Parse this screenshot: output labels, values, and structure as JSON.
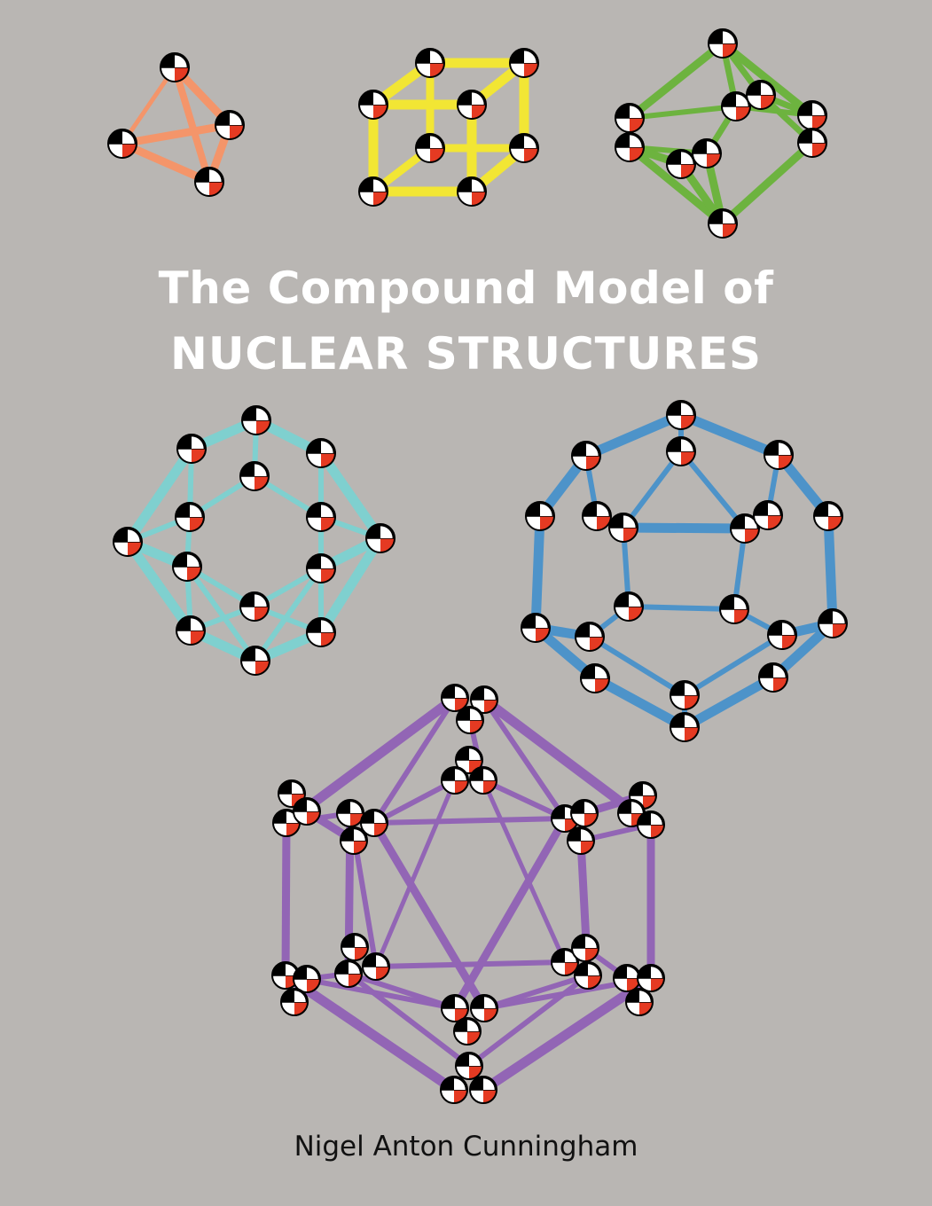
{
  "cover": {
    "title_line1": "The Compound Model of",
    "title_line2": "NUCLEAR STRUCTURES",
    "author": "Nigel Anton Cunningham",
    "background_color": "#b9b6b3"
  },
  "figures": [
    {
      "name": "tetrahedron-figure",
      "color": "#f4956a"
    },
    {
      "name": "cube-figure",
      "color": "#f2e634"
    },
    {
      "name": "octahedron-figure",
      "color": "#6db33f"
    },
    {
      "name": "rhombic-figure",
      "color": "#7fd0cf"
    },
    {
      "name": "dodecahedron-figure",
      "color": "#4d93c9"
    },
    {
      "name": "icosahedron-figure",
      "color": "#9265b5"
    }
  ],
  "nucleon": {
    "icon": "nucleon-icon",
    "colors": {
      "top": "#000000",
      "bottom_left": "#ffffff",
      "bottom_right": "#e53a22"
    }
  }
}
